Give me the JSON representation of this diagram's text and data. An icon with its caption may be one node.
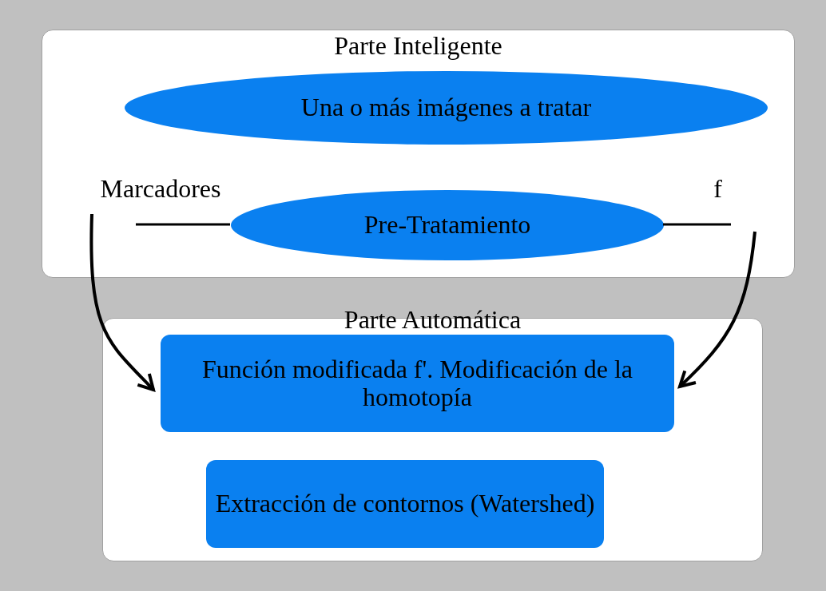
{
  "diagram": {
    "nodes": [
      {
        "text": [
          "Parte Inteligente"
        ]
      },
      {
        "text": [
          "Una o más imágenes a tratar"
        ],
        "in": 0
      },
      {
        "text": [
          "Marcadores"
        ],
        "in": 0
      },
      {
        "text": [
          "Pre-Tratamiento"
        ],
        "in": 0
      },
      {
        "text": [
          "f"
        ],
        "in": 0
      },
      {
        "text": [
          "Parte Automática"
        ]
      },
      {
        "text": [
          "Función modificada f'. Modificación de la homotopía"
        ],
        "in": 5
      },
      {
        "text": [
          "Extracción de contornos (Watershed)"
        ],
        "in": 5
      }
    ],
    "edges": [
      {
        "from": 2,
        "to": 3,
        "arrow": "none"
      },
      {
        "from": 3,
        "to": 4,
        "arrow": "none"
      },
      {
        "from": 2,
        "to": 6,
        "arrow": "to"
      },
      {
        "from": 4,
        "to": 6,
        "arrow": "to"
      }
    ]
  }
}
